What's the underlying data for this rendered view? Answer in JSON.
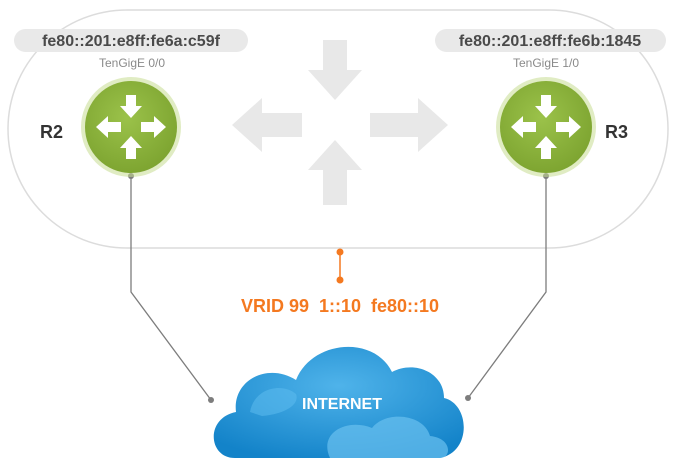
{
  "left_router": {
    "name": "R2",
    "address": "fe80::201:e8ff:fe6a:c59f",
    "interface": "TenGigE 0/0"
  },
  "right_router": {
    "name": "R3",
    "address": "fe80::201:e8ff:fe6b:1845",
    "interface": "TenGigE 1/0"
  },
  "vrrp_label": "VRID 99  1::10  fe80::10",
  "cloud_label": "INTERNET",
  "colors": {
    "router_green": "#8db33a",
    "router_ring": "#c3d98a",
    "vrrp_orange": "#f47920",
    "cloud_blue": "#1e93d6",
    "group_outline": "#d9d9d9",
    "big_arrows": "#e6e6e6",
    "link_line": "#7a7a7a"
  },
  "icons": [
    "router-icon",
    "cloud-icon",
    "arrows-icon"
  ]
}
